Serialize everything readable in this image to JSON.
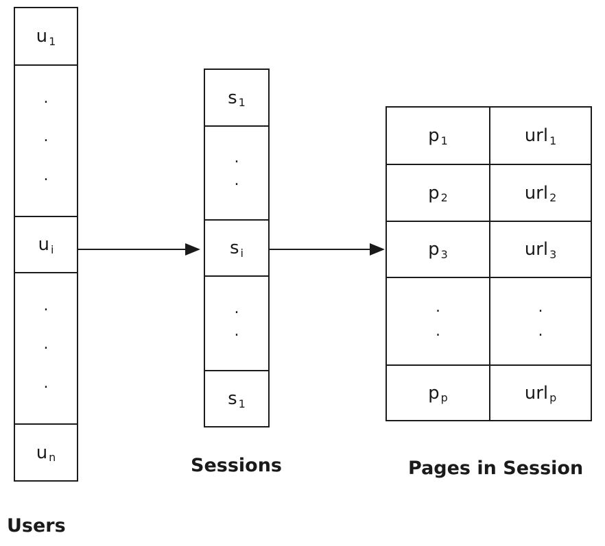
{
  "users": {
    "caption": "Users",
    "first": {
      "base": "u",
      "sub": "1"
    },
    "middle": {
      "base": "u",
      "sub": "i"
    },
    "last": {
      "base": "u",
      "sub": "n"
    },
    "ellipsis": "."
  },
  "sessions": {
    "caption": "Sessions",
    "first": {
      "base": "s",
      "sub": "1"
    },
    "middle": {
      "base": "s",
      "sub": "i"
    },
    "last": {
      "base": "s",
      "sub": "1"
    },
    "ellipsis": "."
  },
  "pages": {
    "caption": "Pages in Session",
    "rows": [
      {
        "page": {
          "base": "p",
          "sub": "1"
        },
        "url": {
          "base": "url",
          "sub": "1"
        }
      },
      {
        "page": {
          "base": "p",
          "sub": "2"
        },
        "url": {
          "base": "url",
          "sub": "2"
        }
      },
      {
        "page": {
          "base": "p",
          "sub": "3"
        },
        "url": {
          "base": "url",
          "sub": "3"
        }
      },
      {
        "page": {
          "base": "p",
          "sub": "p"
        },
        "url": {
          "base": "url",
          "sub": "p"
        }
      }
    ],
    "ellipsis": "."
  },
  "colors": {
    "line": "#1a1a1a",
    "background": "#ffffff"
  }
}
